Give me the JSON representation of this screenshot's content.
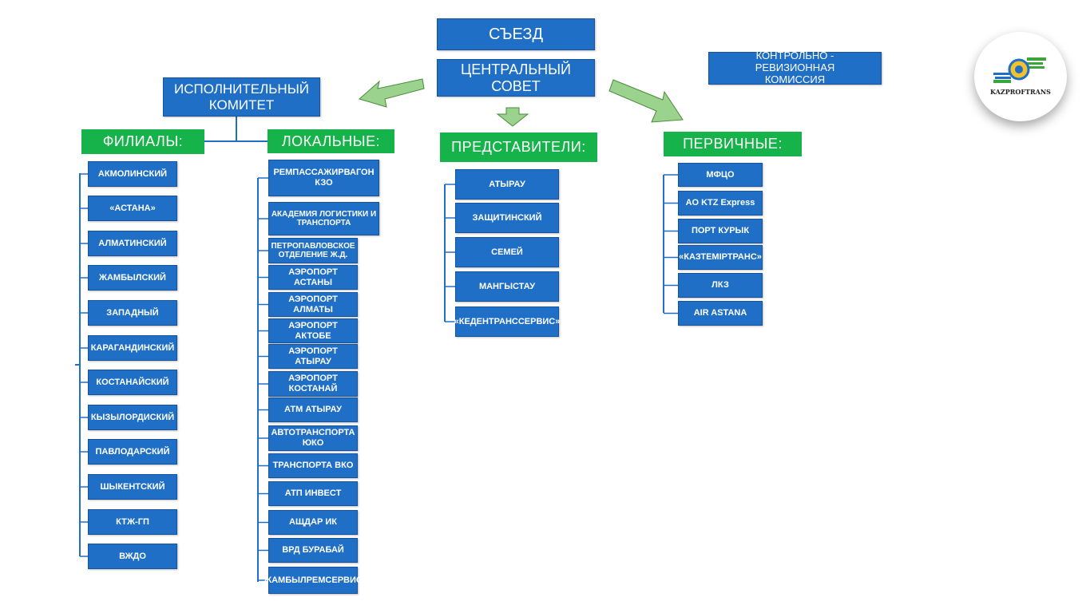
{
  "top": {
    "congress": "СЪЕЗД",
    "central_council": "ЦЕНТРАЛЬНЫЙ СОВЕТ",
    "executive_committee": "ИСПОЛНИТЕЛЬНЫЙ КОМИТЕТ",
    "audit_commission": "КОНТРОЛЬНО - РЕВИЗИОННАЯ КОМИССИЯ"
  },
  "logo": {
    "text": "KAZPROFTRANS"
  },
  "columns": {
    "branches": {
      "title": "ФИЛИАЛЫ:",
      "items": [
        "АКМОЛИНСКИЙ",
        "«АСТАНА»",
        "АЛМАТИНСКИЙ",
        "ЖАМБЫЛСКИЙ",
        "ЗАПАДНЫЙ",
        "КАРАГАНДИНСКИЙ",
        "КОСТАНАЙСКИЙ",
        "КЫЗЫЛОРДИСКИЙ",
        "ПАВЛОДАРСКИЙ",
        "ШЫКЕНТСКИЙ",
        "КТЖ-ГП",
        "ВЖДО"
      ]
    },
    "local": {
      "title": "ЛОКАЛЬНЫЕ:",
      "items": [
        "РЕМПАССАЖИРВАГОН КЗО",
        "АКАДЕМИЯ ЛОГИСТИКИ И ТРАНСПОРТА",
        "ПЕТРОПАВЛОВСКОЕ ОТДЕЛЕНИЕ Ж.Д.",
        "АЭРОПОРТ АСТАНЫ",
        "АЭРОПОРТ АЛМАТЫ",
        "АЭРОПОРТ АКТОБЕ",
        "АЭРОПОРТ АТЫРАУ",
        "АЭРОПОРТ КОСТАНАЙ",
        "АТМ АТЫРАУ",
        "АВТОТРАНСПОРТА ЮКО",
        "ТРАНСПОРТА ВКО",
        "АТП ИНВЕСТ",
        "АЩДАР ИК",
        "ВРД БУРАБАЙ",
        "ЖАМБЫЛРЕМСЕРВИС"
      ]
    },
    "representatives": {
      "title": "ПРЕДСТАВИТЕЛИ:",
      "items": [
        "АТЫРАУ",
        "ЗАЩИТИНСКИЙ",
        "СЕМЕЙ",
        "МАНГЫСТАУ",
        "«КЕДЕНТРАНССЕРВИС»"
      ]
    },
    "primary": {
      "title": "ПЕРВИЧНЫЕ:",
      "items": [
        "МФЦО",
        "АО KTZ Express",
        "ПОРТ КУРЫК",
        "«КАЗТЕМІРТРАНС»",
        "ЛКЗ",
        "AIR ASTANA"
      ]
    }
  }
}
